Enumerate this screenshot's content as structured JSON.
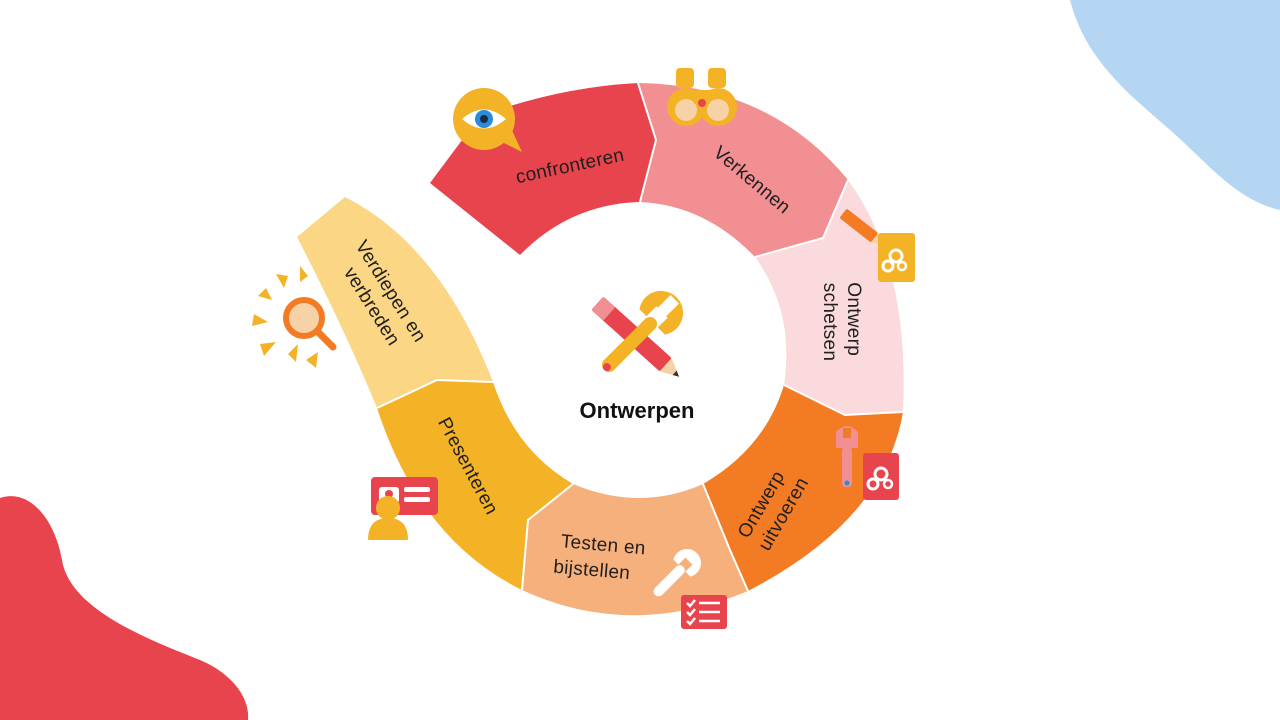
{
  "diagram": {
    "center": {
      "title": "Ontwerpen",
      "icon": "pencil-wrench-icon"
    },
    "segments": [
      {
        "id": "confronteren",
        "lines": [
          "confronteren"
        ],
        "color": "#E8444E",
        "icon": "eye-speech-bubble-icon"
      },
      {
        "id": "verkennen",
        "lines": [
          "Verkennen"
        ],
        "color": "#F28F93",
        "icon": "binoculars-icon"
      },
      {
        "id": "ontwerp-schetsen",
        "lines": [
          "Ontwerp",
          "schetsen"
        ],
        "color": "#FADADC",
        "icon": "pencil-gears-icon"
      },
      {
        "id": "ontwerp-uitvoeren",
        "lines": [
          "Ontwerp",
          "uitvoeren"
        ],
        "color": "#F27B24",
        "icon": "wrench-gears-icon"
      },
      {
        "id": "testen-en-bijstellen",
        "lines": [
          "Testen en",
          "bijstellen"
        ],
        "color": "#F6B07C",
        "icon": "wrench-checklist-icon"
      },
      {
        "id": "presenteren",
        "lines": [
          "Presenteren"
        ],
        "color": "#F4B327",
        "icon": "person-card-icon"
      },
      {
        "id": "verdiepen-en-verbreden",
        "lines": [
          "Verdiepen en",
          "verbreden"
        ],
        "color": "#FAD685",
        "icon": "magnifier-rays-icon"
      }
    ]
  },
  "decor": {
    "blob_top_right_color": "#B4D6F3",
    "blob_bottom_left_color": "#E8444E"
  }
}
